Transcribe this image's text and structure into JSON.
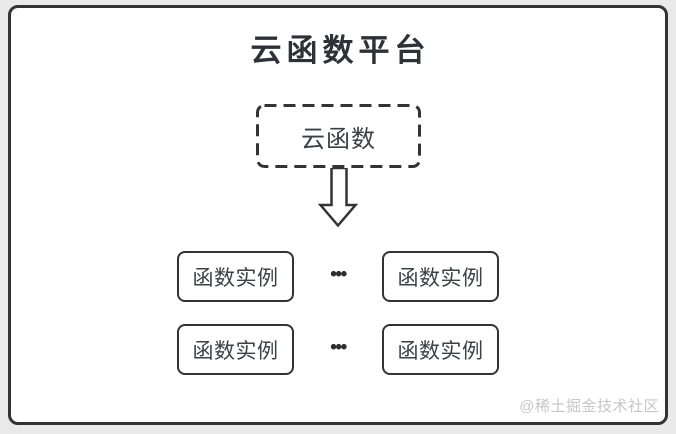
{
  "colors": {
    "page_bg": "#e9e9e9",
    "card_bg": "#ffffff",
    "ink": "#333333",
    "node_text": "#3b3f46",
    "title_text": "#2d3138",
    "watermark_text": "#c6c6c6"
  },
  "diagram": {
    "title": "云函数平台",
    "cloud_function_node": {
      "label": "云函数"
    },
    "arrow": {
      "direction": "down",
      "style": "hollow-block-arrow"
    },
    "instance_rows": [
      {
        "left_label": "函数实例",
        "ellipsis": "•••",
        "right_label": "函数实例"
      },
      {
        "left_label": "函数实例",
        "ellipsis": "•••",
        "right_label": "函数实例"
      }
    ],
    "watermark": "@稀土掘金技术社区"
  }
}
